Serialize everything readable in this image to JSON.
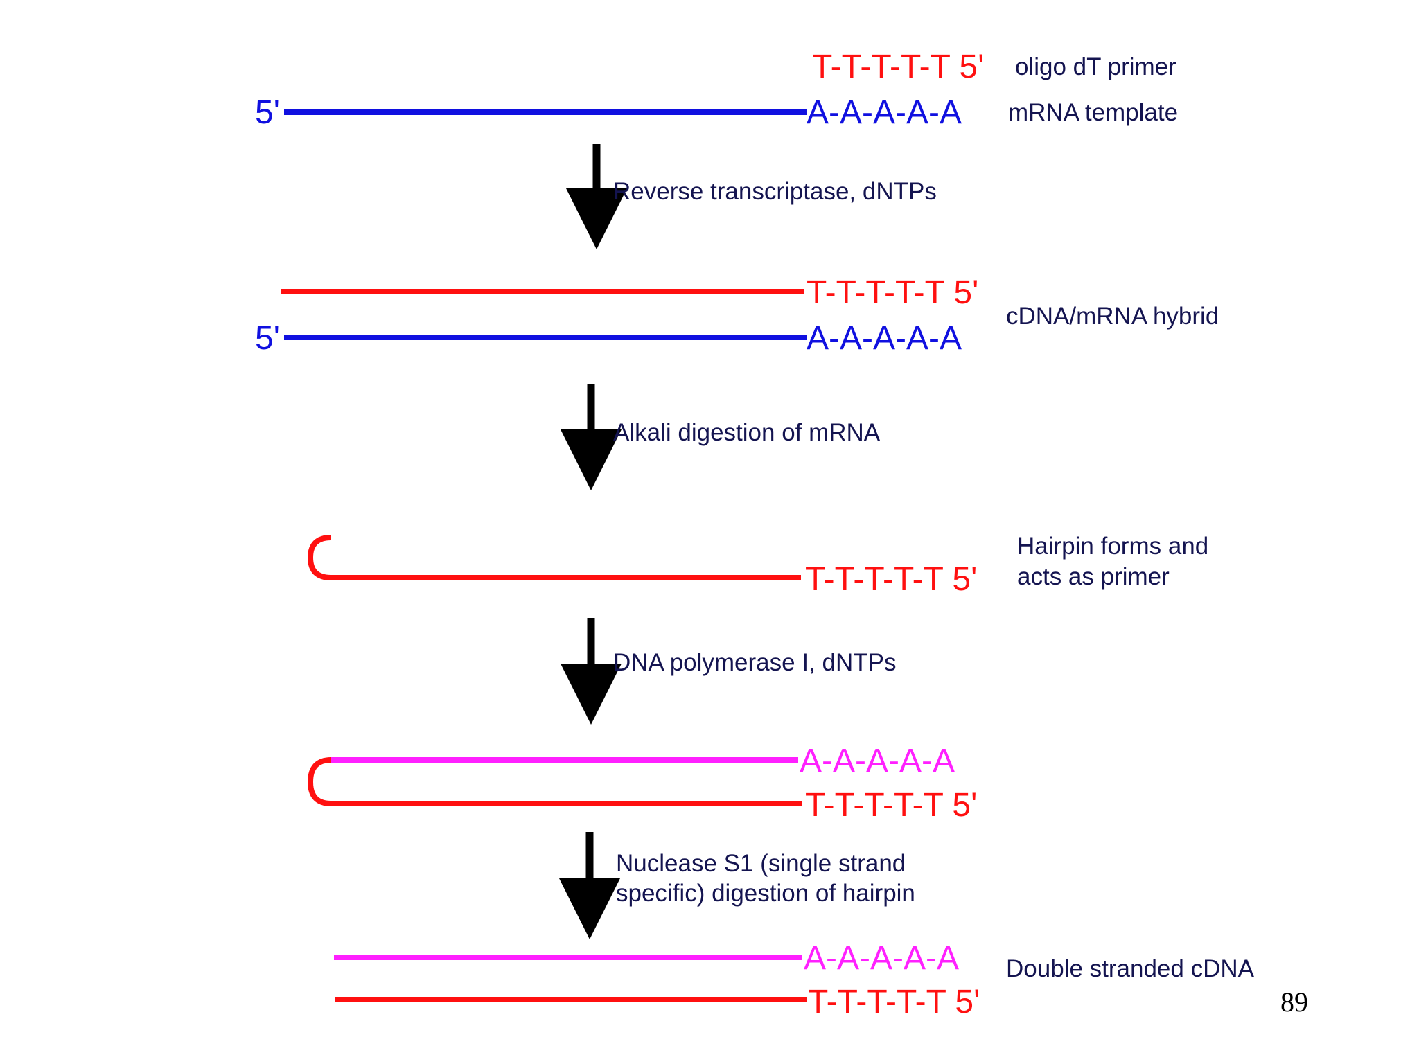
{
  "colors": {
    "mrna": "#1010e0",
    "cdna": "#ff1010",
    "second_strand": "#ff20ff",
    "label": "#141450",
    "arrow": "#000000"
  },
  "primer": {
    "sequence": "T-T-T-T-T 5'",
    "label": "oligo dT primer"
  },
  "template": {
    "five_prime": "5'",
    "sequence": "A-A-A-A-A",
    "label": "mRNA template"
  },
  "step1": {
    "label": "Reverse transcriptase, dNTPs"
  },
  "hybrid": {
    "cdna_sequence": "T-T-T-T-T 5'",
    "five_prime": "5'",
    "mrna_sequence": "A-A-A-A-A",
    "label": "cDNA/mRNA hybrid"
  },
  "step2": {
    "label": "Alkali digestion of mRNA"
  },
  "hairpin": {
    "sequence": "T-T-T-T-T 5'",
    "label_line1": "Hairpin forms and",
    "label_line2": "acts as primer"
  },
  "step3": {
    "label": "DNA polymerase I, dNTPs"
  },
  "extended": {
    "top_sequence": "A-A-A-A-A",
    "bottom_sequence": "T-T-T-T-T 5'"
  },
  "step4": {
    "label_line1": "Nuclease S1 (single strand",
    "label_line2": "specific) digestion of hairpin"
  },
  "final": {
    "top_sequence": "A-A-A-A-A",
    "bottom_sequence": "T-T-T-T-T 5'",
    "label": "Double stranded cDNA"
  },
  "page_number": "89"
}
